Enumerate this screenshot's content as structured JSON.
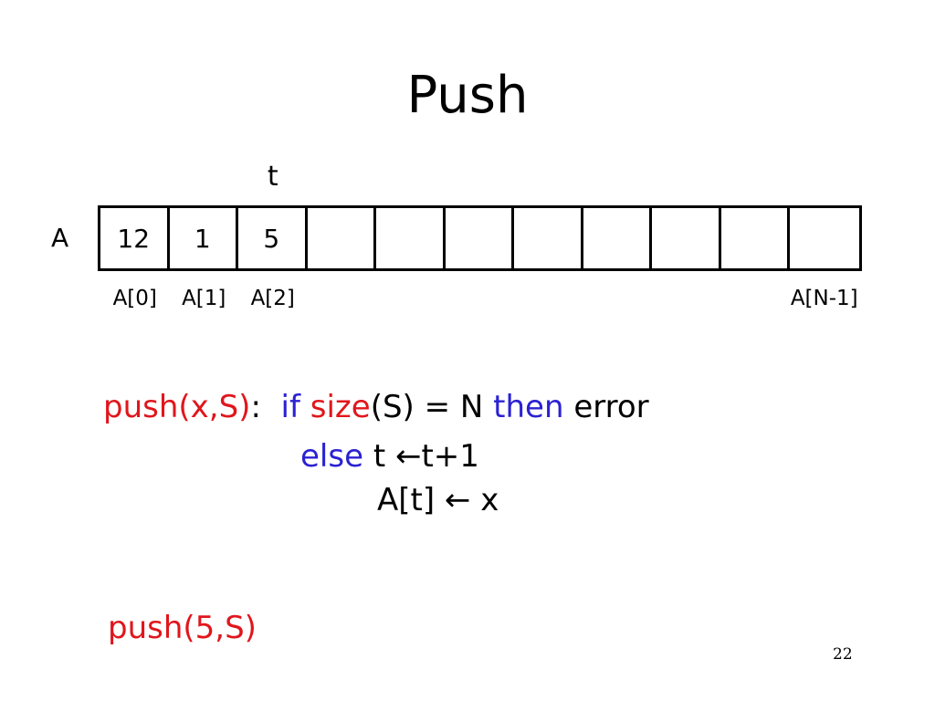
{
  "slide": {
    "title": "Push",
    "number": "22"
  },
  "colors": {
    "keyword": "#2b22d2",
    "function": "#e0161c",
    "text": "#000000"
  },
  "array": {
    "label": "A",
    "pointer": "t",
    "pointer_index": 2,
    "cells": [
      "12",
      "1",
      "5",
      "",
      "",
      "",
      "",
      "",
      "",
      "",
      ""
    ],
    "index_labels": [
      {
        "index": 0,
        "text": "A[0]"
      },
      {
        "index": 1,
        "text": "A[1]"
      },
      {
        "index": 2,
        "text": "A[2]"
      },
      {
        "index": 10,
        "text": "A[N-1]"
      }
    ]
  },
  "code": {
    "line1": {
      "func": "push(x,S)",
      "colon": ":",
      "kw_if": "if",
      "fn_size": "size",
      "rest1": "(S) = N",
      "kw_then": "then",
      "rest2": "error"
    },
    "line2": {
      "kw_else": "else",
      "rest": "t ←t+1"
    },
    "line3": {
      "rest": "A[t] ← x"
    }
  },
  "call": "push(5,S)"
}
